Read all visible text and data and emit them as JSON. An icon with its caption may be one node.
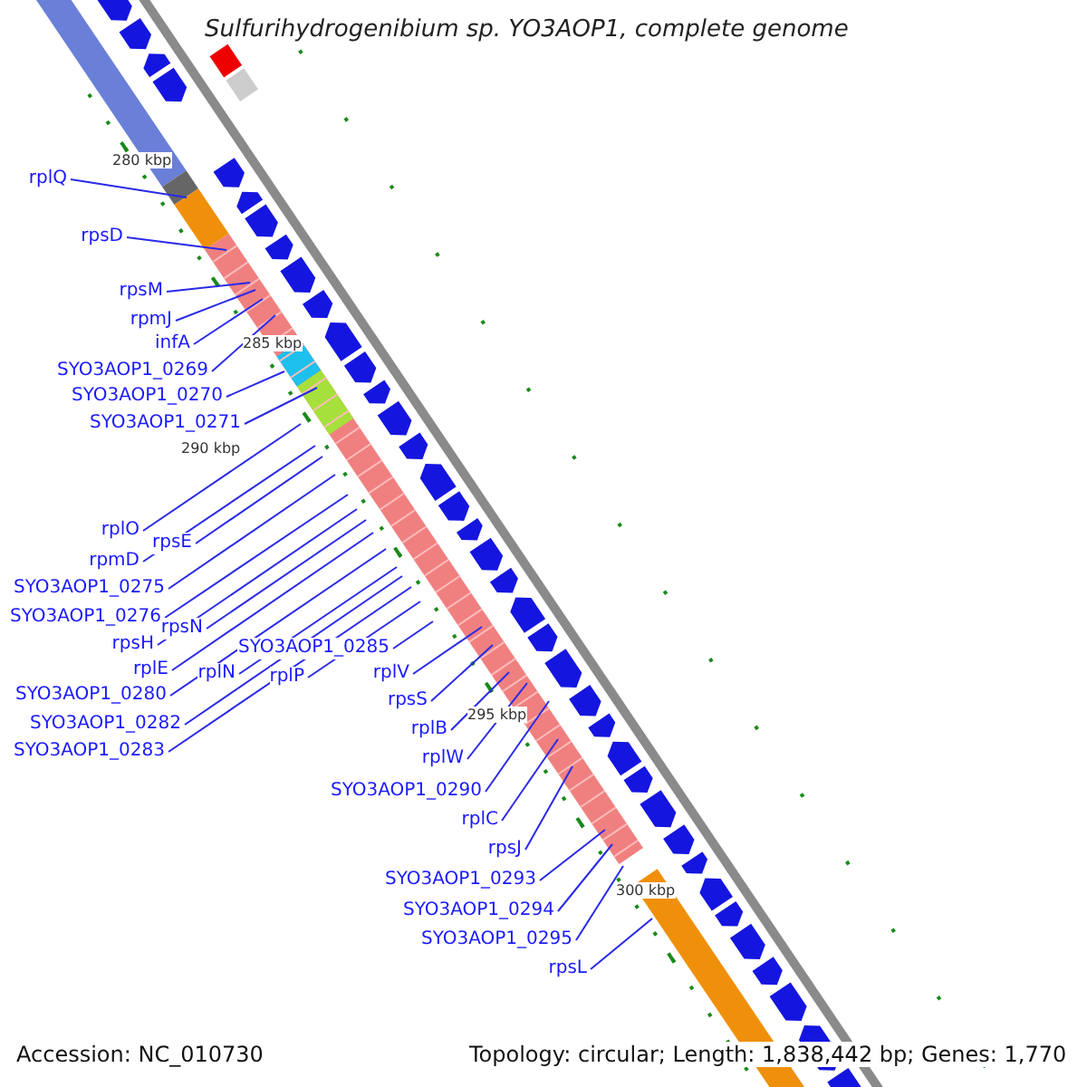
{
  "diagram": {
    "title": "Sulfurihydrogenibium sp. YO3AOP1, complete genome",
    "nodes": [
      {
        "text": [
          "rplQ"
        ]
      },
      {
        "text": [
          "rpsD"
        ]
      },
      {
        "text": [
          "rpsM"
        ]
      },
      {
        "text": [
          "rpmJ"
        ]
      },
      {
        "text": [
          "infA"
        ]
      },
      {
        "text": [
          "SYO3AOP1_0269"
        ]
      },
      {
        "text": [
          "SYO3AOP1_0270"
        ]
      },
      {
        "text": [
          "SYO3AOP1_0271"
        ]
      },
      {
        "text": [
          "rplO"
        ]
      },
      {
        "text": [
          "rpmD"
        ]
      },
      {
        "text": [
          "rpsE"
        ]
      },
      {
        "text": [
          "SYO3AOP1_0275"
        ]
      },
      {
        "text": [
          "SYO3AOP1_0276"
        ]
      },
      {
        "text": [
          "rpsH"
        ]
      },
      {
        "text": [
          "rpsN"
        ]
      },
      {
        "text": [
          "rplE"
        ]
      },
      {
        "text": [
          "rplN"
        ]
      },
      {
        "text": [
          "SYO3AOP1_0280"
        ]
      },
      {
        "text": [
          "SYO3AOP1_0285"
        ]
      },
      {
        "text": [
          "rplP"
        ]
      },
      {
        "text": [
          "SYO3AOP1_0282"
        ]
      },
      {
        "text": [
          "SYO3AOP1_0283"
        ]
      },
      {
        "text": [
          "rplV"
        ]
      },
      {
        "text": [
          "rpsS"
        ]
      },
      {
        "text": [
          "rplB"
        ]
      },
      {
        "text": [
          "rplW"
        ]
      },
      {
        "text": [
          "SYO3AOP1_0290"
        ]
      },
      {
        "text": [
          "rplC"
        ]
      },
      {
        "text": [
          "rpsJ"
        ]
      },
      {
        "text": [
          "SYO3AOP1_0293"
        ]
      },
      {
        "text": [
          "SYO3AOP1_0294"
        ]
      },
      {
        "text": [
          "SYO3AOP1_0295"
        ]
      },
      {
        "text": [
          "rpsL"
        ]
      }
    ],
    "edges": [
      {
        "from": 0,
        "to": null,
        "arrow": "none"
      },
      {
        "from": 1,
        "to": null,
        "arrow": "none"
      },
      {
        "from": 2,
        "to": null,
        "arrow": "none"
      },
      {
        "from": 3,
        "to": null,
        "arrow": "none"
      },
      {
        "from": 4,
        "to": null,
        "arrow": "none"
      },
      {
        "from": 5,
        "to": null,
        "arrow": "none"
      },
      {
        "from": 6,
        "to": null,
        "arrow": "none"
      },
      {
        "from": 7,
        "to": null,
        "arrow": "none"
      },
      {
        "from": 8,
        "to": null,
        "arrow": "none"
      },
      {
        "from": 9,
        "to": null,
        "arrow": "none"
      },
      {
        "from": 10,
        "to": null,
        "arrow": "none"
      },
      {
        "from": 11,
        "to": null,
        "arrow": "none"
      },
      {
        "from": 12,
        "to": null,
        "arrow": "none"
      },
      {
        "from": 13,
        "to": null,
        "arrow": "none"
      },
      {
        "from": 14,
        "to": null,
        "arrow": "none"
      },
      {
        "from": 15,
        "to": null,
        "arrow": "none"
      },
      {
        "from": 16,
        "to": null,
        "arrow": "none"
      },
      {
        "from": 17,
        "to": null,
        "arrow": "none"
      },
      {
        "from": 18,
        "to": null,
        "arrow": "none"
      },
      {
        "from": 19,
        "to": null,
        "arrow": "none"
      },
      {
        "from": 20,
        "to": null,
        "arrow": "none"
      },
      {
        "from": 21,
        "to": null,
        "arrow": "none"
      },
      {
        "from": 22,
        "to": null,
        "arrow": "none"
      },
      {
        "from": 23,
        "to": null,
        "arrow": "none"
      },
      {
        "from": 24,
        "to": null,
        "arrow": "none"
      },
      {
        "from": 25,
        "to": null,
        "arrow": "none"
      },
      {
        "from": 26,
        "to": null,
        "arrow": "none"
      },
      {
        "from": 27,
        "to": null,
        "arrow": "none"
      },
      {
        "from": 28,
        "to": null,
        "arrow": "none"
      },
      {
        "from": 29,
        "to": null,
        "arrow": "none"
      },
      {
        "from": 30,
        "to": null,
        "arrow": "none"
      },
      {
        "from": 31,
        "to": null,
        "arrow": "none"
      },
      {
        "from": 32,
        "to": null,
        "arrow": "none"
      }
    ],
    "labels": [
      "280 kbp",
      "285 kbp",
      "290 kbp",
      "295 kbp",
      "300 kbp",
      "Accession: NC_010730",
      "Topology: circular; Length: 1,838,442 bp; Genes: 1,770"
    ]
  }
}
